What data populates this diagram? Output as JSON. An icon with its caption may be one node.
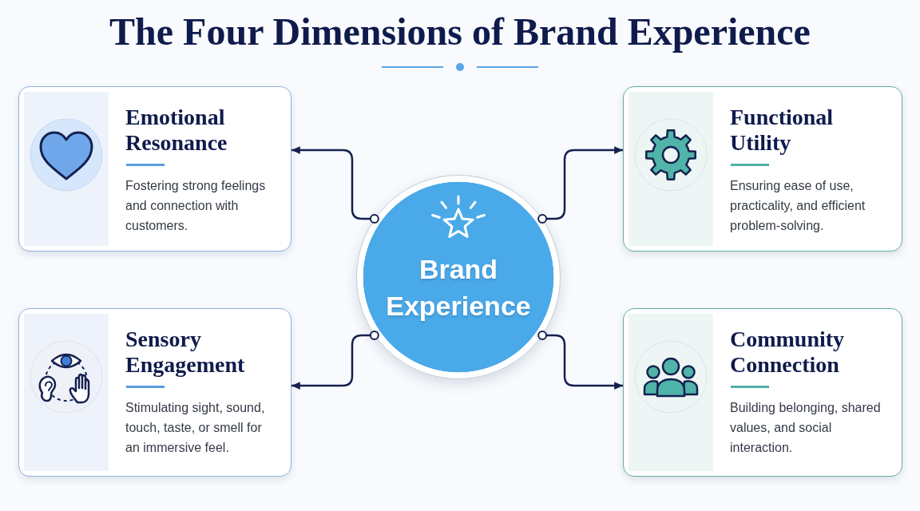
{
  "diagram": {
    "title": "The Four Dimensions of Brand Experience",
    "nodes": [
      {
        "text": [
          "Emotional Resonance",
          "Fostering strong feelings and connection with customers."
        ]
      },
      {
        "text": [
          "Functional Utility",
          "Ensuring ease of use, practicality, and efficient problem-solving."
        ]
      },
      {
        "text": [
          "Brand Experience"
        ]
      },
      {
        "text": [
          "Sensory Engagement",
          "Stimulating sight, sound, touch, taste, or smell for an immersive feel."
        ]
      },
      {
        "text": [
          "Community Connection",
          "Building belonging, shared values, and social interaction."
        ]
      }
    ],
    "edges": [
      {
        "from": 2,
        "to": 0,
        "arrow": "to"
      },
      {
        "from": 2,
        "to": 1,
        "arrow": "to"
      },
      {
        "from": 2,
        "to": 3,
        "arrow": "to"
      },
      {
        "from": 2,
        "to": 4,
        "arrow": "to"
      }
    ]
  }
}
